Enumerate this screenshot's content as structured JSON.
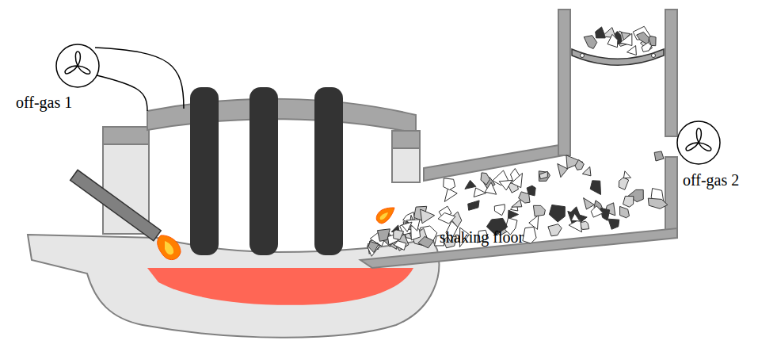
{
  "diagram": {
    "labels": [
      "off-gas 1",
      "off-gas 2",
      "shaking floor"
    ]
  }
}
